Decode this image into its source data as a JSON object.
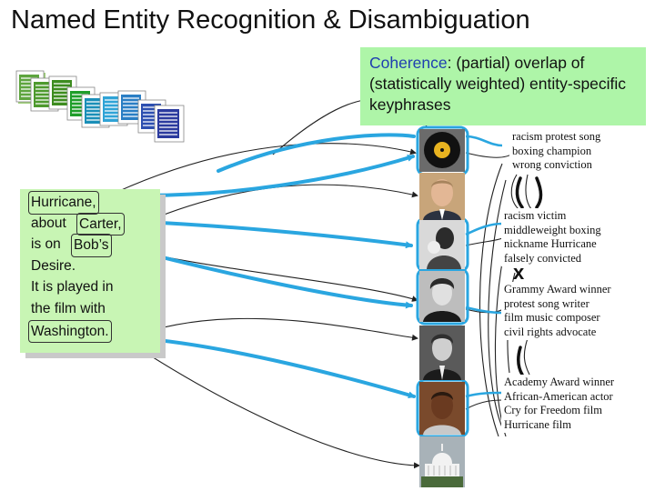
{
  "title": "Named Entity Recognition & Disambiguation",
  "coherence": {
    "term": "Coherence",
    "rest": ": (partial) overlap of (statistically weighted) entity-specific keyphrases"
  },
  "mention_text": {
    "line1_mention": "Hurricane,",
    "line2_pre": "about ",
    "line2_mention": "Carter,",
    "line3_pre": "is on ",
    "line3_mention": "Bob’s",
    "line4": "Desire.",
    "line5": "It is played in",
    "line6": "the film with",
    "line7_mention": "Washington."
  },
  "keyphrases": [
    [
      "racism protest song",
      "boxing champion",
      "wrong conviction"
    ],
    [
      "racism victim",
      "middleweight boxing",
      "nickname Hurricane",
      "falsely convicted"
    ],
    [
      "Grammy Award winner",
      "protest song writer",
      "film music composer",
      "civil rights advocate"
    ],
    [
      "Academy Award winner",
      "African-American actor",
      "Cry for Freedom film",
      "Hurricane film"
    ]
  ],
  "x_mark": "x",
  "colors": {
    "mention_link": "#2aa6e0",
    "candidate_link": "#2a2a2a",
    "coherence_box": "#aef5a8",
    "note_box": "#c8f5b4",
    "selected_ring": "#2aa6e0"
  },
  "candidates": [
    "record-photo",
    "politician-photo",
    "boxer-photo",
    "musician-photo",
    "senator-photo",
    "actor-photo",
    "capitol-photo"
  ]
}
